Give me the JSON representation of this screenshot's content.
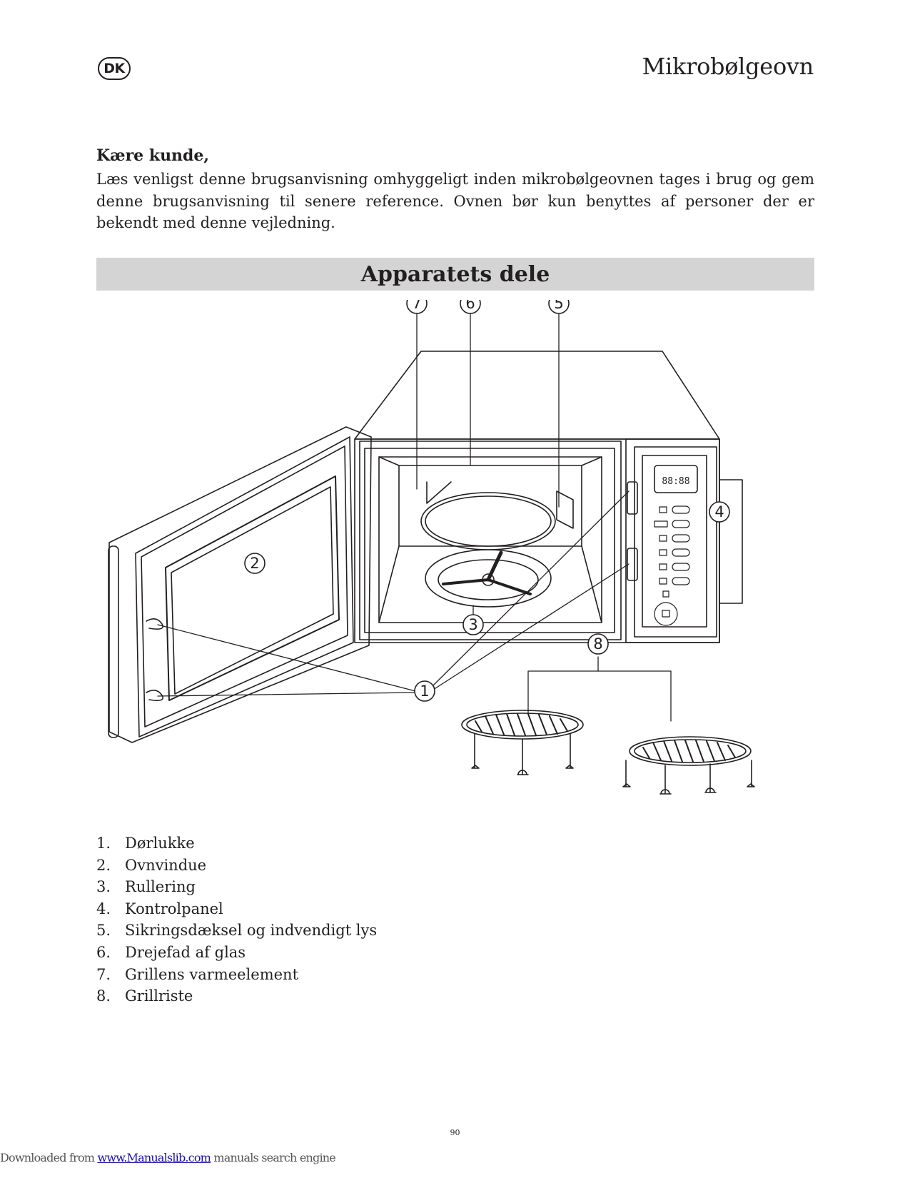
{
  "header": {
    "lang_badge": "DK",
    "title": "Mikrobølgeovn"
  },
  "intro": {
    "greeting": "Kære kunde,",
    "text": "Læs venligst denne brugsanvisning omhyggeligt inden mikrobølgeovnen tages i brug og gem denne brugsanvisning til senere reference. Ovnen bør kun benyttes af personer der er bekendt med denne vejledning."
  },
  "section": {
    "title": "Apparatets dele"
  },
  "diagram": {
    "callouts": [
      "1",
      "2",
      "3",
      "4",
      "5",
      "6",
      "7",
      "8"
    ],
    "display_text": "88:88"
  },
  "parts": [
    {
      "num": "1.",
      "label": "Dørlukke"
    },
    {
      "num": "2.",
      "label": "Ovnvindue"
    },
    {
      "num": "3.",
      "label": "Rullering"
    },
    {
      "num": "4.",
      "label": "Kontrolpanel"
    },
    {
      "num": "5.",
      "label": "Sikringsdæksel og indvendigt lys"
    },
    {
      "num": "6.",
      "label": "Drejefad af glas"
    },
    {
      "num": "7.",
      "label": "Grillens varmeelement"
    },
    {
      "num": "8.",
      "label": "Grillriste"
    }
  ],
  "page_number": "90",
  "footer": {
    "prefix": "Downloaded from ",
    "link": "www.Manualslib.com",
    "suffix": "  manuals search engine"
  }
}
